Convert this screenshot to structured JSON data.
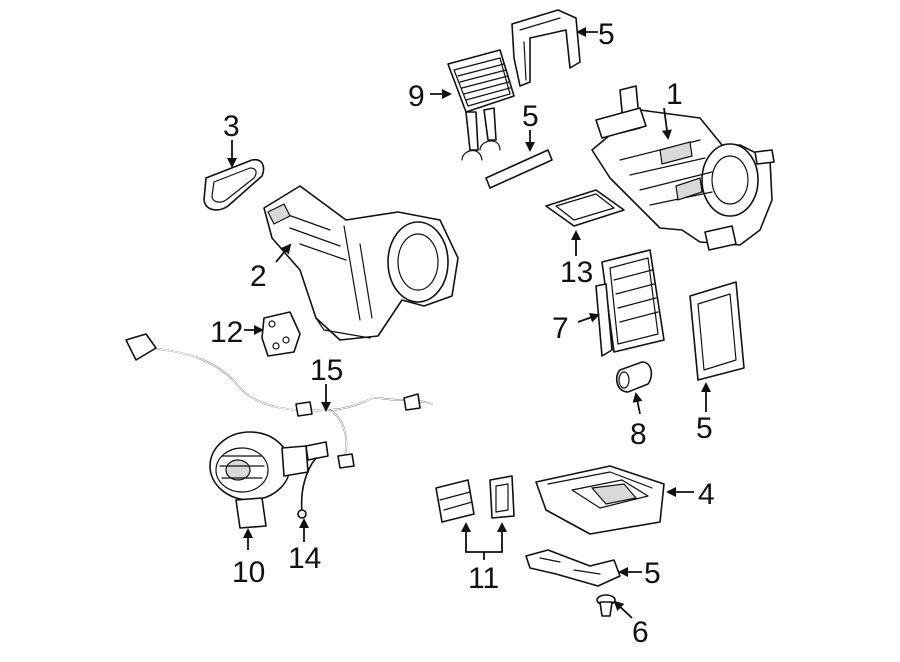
{
  "callouts": {
    "c1": "1",
    "c2": "2",
    "c3": "3",
    "c4": "4",
    "c5a": "5",
    "c5b": "5",
    "c5c": "5",
    "c5d": "5",
    "c6": "6",
    "c7": "7",
    "c8": "8",
    "c9": "9",
    "c10": "10",
    "c11": "11",
    "c12": "12",
    "c13": "13",
    "c14": "14",
    "c15": "15"
  },
  "colors": {
    "line": "#111111",
    "background": "#ffffff"
  }
}
